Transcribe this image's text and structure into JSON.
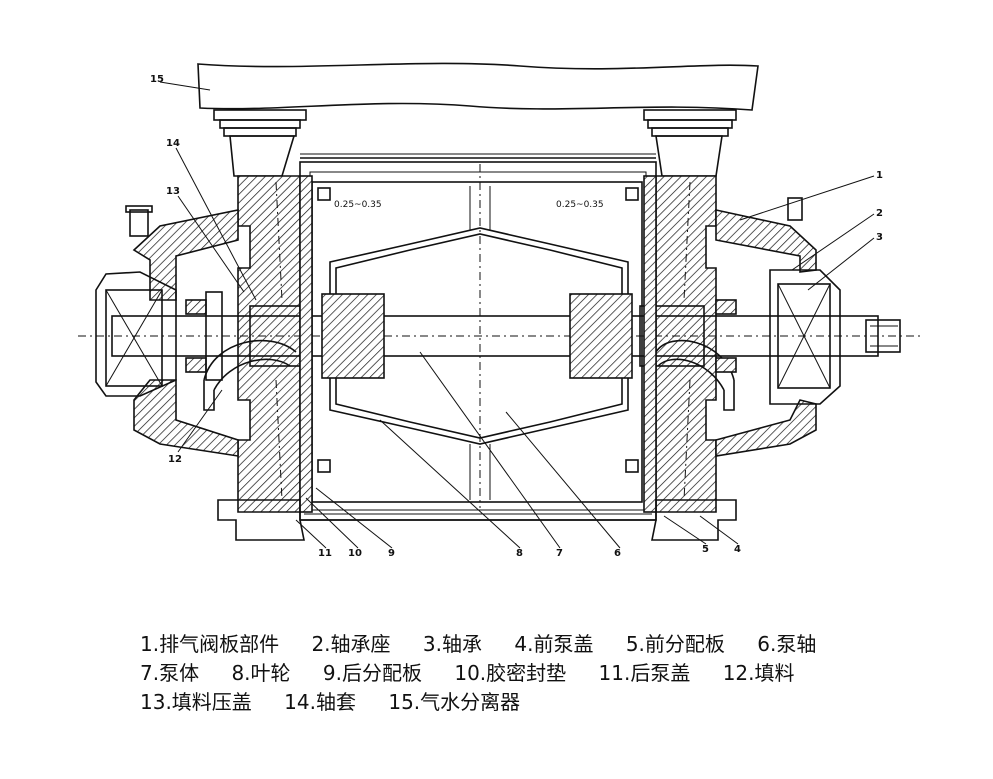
{
  "callouts": [
    "1",
    "2",
    "3",
    "4",
    "5",
    "6",
    "7",
    "8",
    "9",
    "10",
    "11",
    "12",
    "13",
    "14",
    "15"
  ],
  "dimensions": {
    "left_clearance": "0.25~0.35",
    "right_clearance": "0.25~0.35"
  },
  "legend": [
    [
      "1.排气阀板部件",
      "2.轴承座",
      "3.轴承",
      "4.前泵盖",
      "5.前分配板",
      "6.泵轴"
    ],
    [
      "7.泵体",
      "8.叶轮",
      "9.后分配板",
      "10.胶密封垫",
      "11.后泵盖",
      "12.填料"
    ],
    [
      "13.填料压盖",
      "14.轴套",
      "15.气水分离器"
    ]
  ]
}
